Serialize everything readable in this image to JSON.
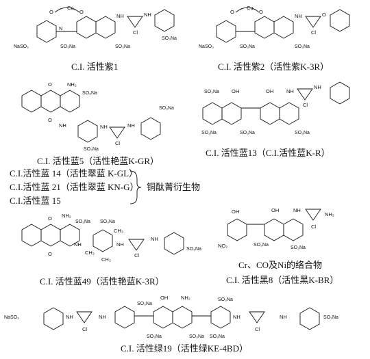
{
  "captions": {
    "violet1": "C.I. 活性紫1",
    "violet2": "C.I. 活性紫2（活性紫K-3R）",
    "blue5": "C.I. 活性蓝5（活性艳蓝K-GR）",
    "blue13": "C.I. 活性蓝13（C.I.活性蓝K-R）",
    "blue14": "C.I.活性蓝 14（活性翠蓝 K-GL）",
    "blue21": "C.I.活性蓝 21（活性翠蓝 KN-G）",
    "blue15": "C.I.活性蓝 15",
    "phthalo_note": "铜酞菁衍生物",
    "blue49": "C.I. 活性蓝49（活性艳蓝K-3R）",
    "complex_note": "Cr、CO及Ni的络合物",
    "black8": "C.I. 活性黑8（活性黑K-BR）",
    "green19": "C.I. 活性绿19（活性绿KE-4BD）"
  },
  "atoms": {
    "cu": "Cu",
    "o": "O",
    "oh": "OH",
    "nh": "NH",
    "nh2": "NH₂",
    "cl": "Cl",
    "so3na": "SO₃Na",
    "naso3": "NaSO₃",
    "ch3": "CH₃",
    "no2": "NO₂",
    "n": "N"
  },
  "icons": {
    "azo": "azo-bond-icon",
    "triazine": "chlorotriazine-icon",
    "benzene": "benzene-ring-icon"
  }
}
